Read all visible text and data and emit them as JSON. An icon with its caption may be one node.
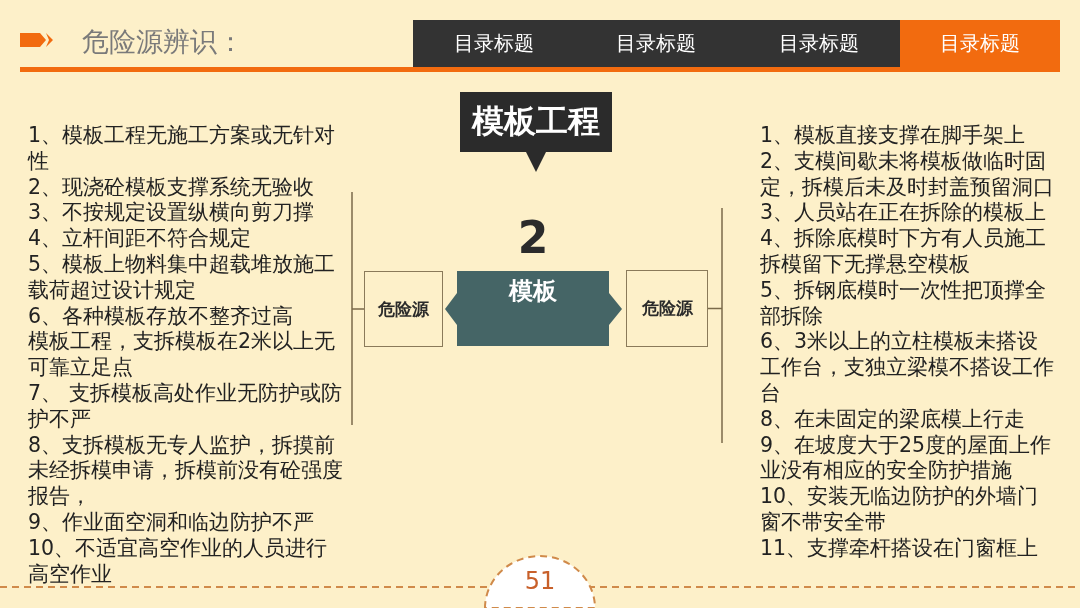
{
  "diagram": {
    "title": "危险源辨识：",
    "nodes": [
      {
        "text": [
          "模板工程"
        ]
      },
      {
        "text": [
          "2",
          "模板"
        ]
      },
      {
        "text": [
          "危险源"
        ]
      },
      {
        "text": [
          "1、模板工程无施工方案或无针对性",
          "2、现浇砼模板支撑系统无验收",
          "3、不按规定设置纵横向剪刀撑",
          "4、立杆间距不符合规定",
          "5、模板上物料集中超载堆放施工载荷超过设计规定",
          "6、各种模板存放不整齐过高",
          "模板工程，支拆模板在2米以上无可靠立足点",
          "7、 支拆模板高处作业无防护或防护不严",
          "8、支拆模板无专人监护，拆摸前未经拆模申请，拆模前没有砼强度报告，",
          "9、作业面空洞和临边防护不严",
          "10、不适宜高空作业的人员进行高空作业"
        ]
      },
      {
        "text": [
          "危险源"
        ]
      },
      {
        "text": [
          "1、模板直接支撑在脚手架上",
          "2、支模间歇未将模板做临时固定，拆模后未及时封盖预留洞口",
          "3、人员站在正在拆除的模板上",
          "4、拆除底模时下方有人员施工",
          "拆模留下无撑悬空模板",
          "5、拆钢底模时一次性把顶撑全部拆除",
          "6、3米以上的立柱模板未搭设工作台，支独立梁模不搭设工作台",
          "8、在未固定的梁底模上行走",
          "9、在坡度大于25度的屋面上作业没有相应的安全防护措施",
          "10、安装无临边防护的外墙门窗不带安全带",
          "11、支撑牵杆搭设在门窗框上"
        ]
      }
    ],
    "edges": [
      {
        "from": 2,
        "to": 3,
        "arrow": "none"
      },
      {
        "from": 4,
        "to": 5,
        "arrow": "none"
      }
    ],
    "labels": [
      "目录标题",
      "目录标题",
      "目录标题",
      "目录标题",
      "51"
    ]
  }
}
